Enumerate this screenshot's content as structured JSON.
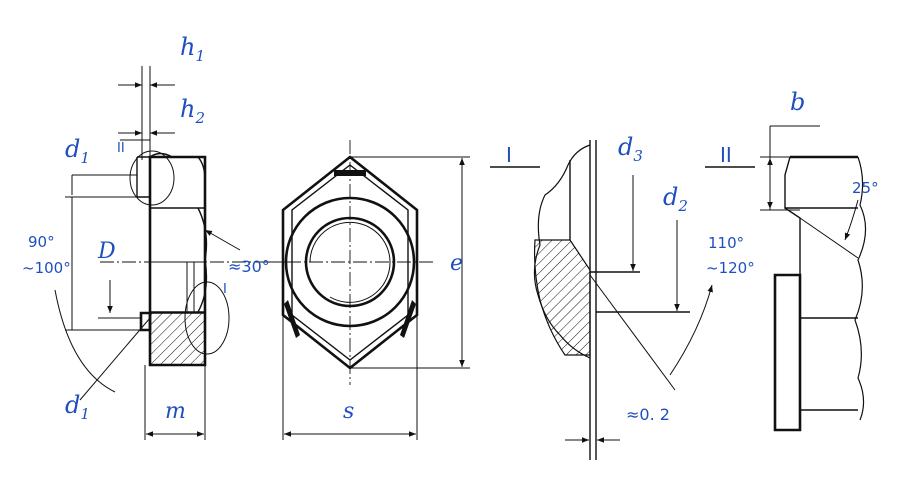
{
  "labels": {
    "h1": "h",
    "h1_sub": "1",
    "h2": "h",
    "h2_sub": "2",
    "d1_top": "d",
    "d1_top_sub": "1",
    "d1_bottom": "d",
    "d1_bottom_sub": "1",
    "D": "D",
    "angle_90": "90°",
    "angle_100": "~100°",
    "approx30": "≈30°",
    "detail_II_marker": "II",
    "detail_I_marker": "I",
    "m": "m",
    "s": "s",
    "e": "e",
    "detail_I": "I",
    "d3": "d",
    "d3_sub": "3",
    "d2": "d",
    "d2_sub": "2",
    "angle_110": "110°",
    "angle_120": "~120°",
    "approx02": "≈0. 2",
    "detail_II": "II",
    "b": "b",
    "angle_25": "25°"
  },
  "colors": {
    "label": "#1f4fbf",
    "line": "#111111"
  }
}
